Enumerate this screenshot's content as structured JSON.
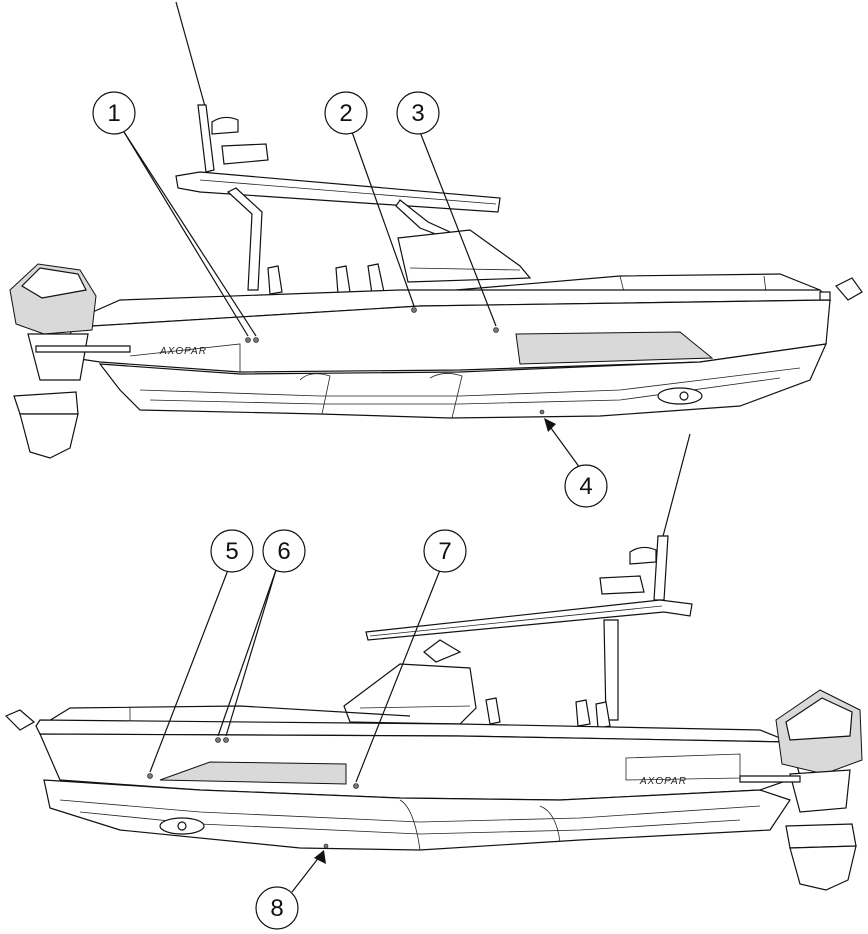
{
  "callouts": [
    {
      "id": "1",
      "label": "1"
    },
    {
      "id": "2",
      "label": "2"
    },
    {
      "id": "3",
      "label": "3"
    },
    {
      "id": "4",
      "label": "4"
    },
    {
      "id": "5",
      "label": "5"
    },
    {
      "id": "6",
      "label": "6"
    },
    {
      "id": "7",
      "label": "7"
    },
    {
      "id": "8",
      "label": "8"
    }
  ],
  "boat": {
    "hull_brand_upper": "AXOPAR",
    "hull_brand_lower": "AXOPAR"
  }
}
